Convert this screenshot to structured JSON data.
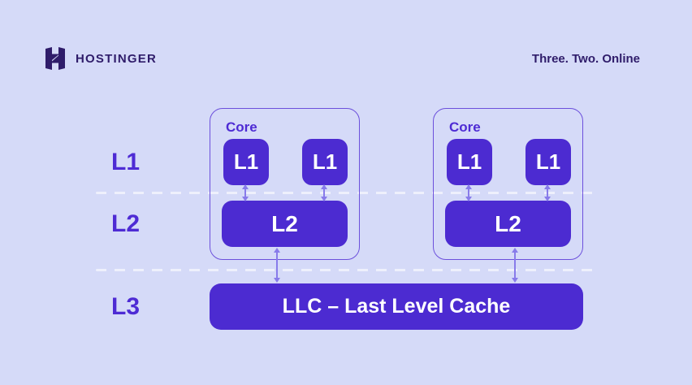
{
  "header": {
    "brand": "HOSTINGER",
    "tagline": "Three. Two. Online"
  },
  "diagram": {
    "row_labels": [
      "L1",
      "L2",
      "L3"
    ],
    "cores": [
      {
        "label": "Core",
        "l1_labels": [
          "L1",
          "L1"
        ],
        "l2_label": "L2"
      },
      {
        "label": "Core",
        "l1_labels": [
          "L1",
          "L1"
        ],
        "l2_label": "L2"
      }
    ],
    "llc_label": "LLC – Last Level Cache"
  },
  "colors": {
    "background": "#D5DAF8",
    "violet": "#4C2BD1",
    "core_border": "#6C50DC",
    "label": "#4E2BD4",
    "arrow": "#887BEA",
    "dash": "#EEF0FC",
    "brand_dark": "#2F1C6A",
    "white": "#FFFFFF"
  }
}
